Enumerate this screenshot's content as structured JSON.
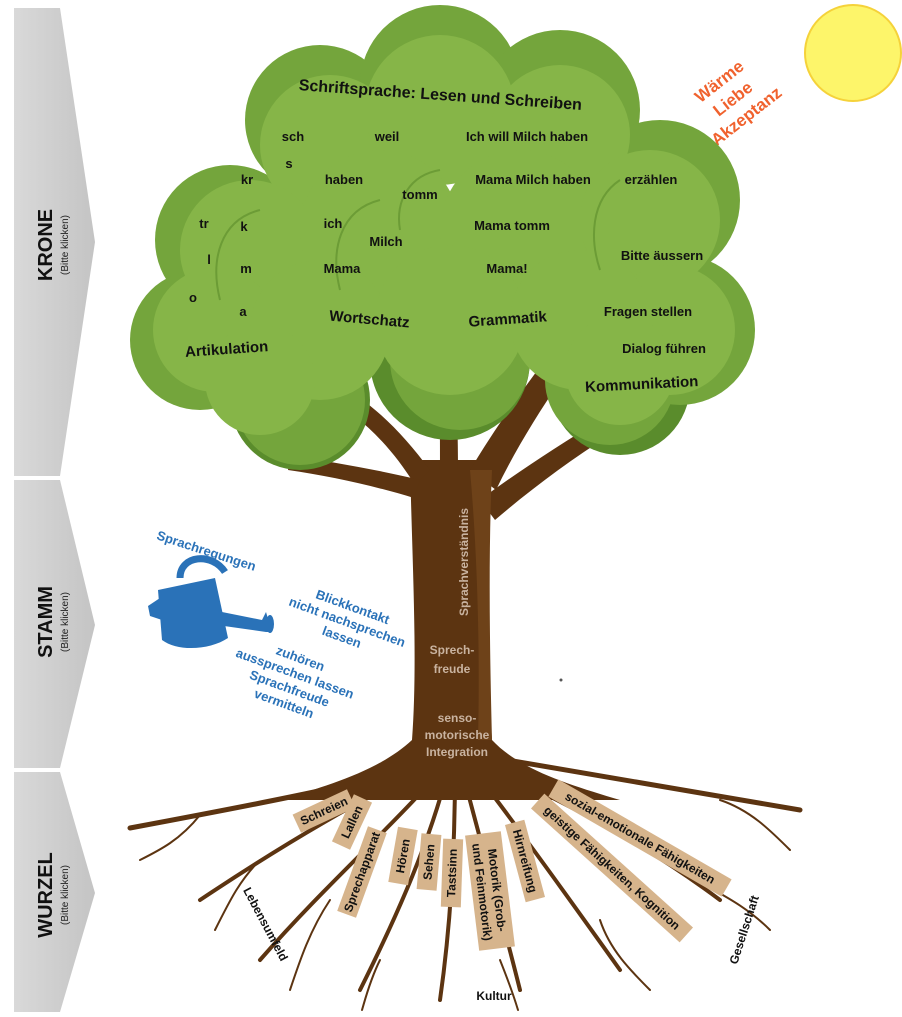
{
  "side_nav": [
    {
      "label": "KRONE",
      "hint": "(Bitte klicken)"
    },
    {
      "label": "STAMM",
      "hint": "(Bitte klicken)"
    },
    {
      "label": "WURZEL",
      "hint": "(Bitte klicken)"
    }
  ],
  "sun": {
    "lines": [
      "Wärme",
      "Liebe",
      "Akzeptanz"
    ],
    "color": "#f0622e",
    "sun_color": "#fdf56a"
  },
  "crown": {
    "title": "Schriftsprache: Lesen und Schreiben",
    "sounds": [
      "sch",
      "s",
      "kr",
      "k",
      "tr",
      "l",
      "m",
      "o",
      "a"
    ],
    "words": [
      "weil",
      "haben",
      "tomm",
      "ich",
      "Milch",
      "Mama"
    ],
    "sentences": [
      "Ich will Milch haben",
      "Mama Milch haben",
      "Mama tomm",
      "Mama!"
    ],
    "communication": [
      "erzählen",
      "Bitte äussern",
      "Fragen stellen",
      "Dialog führen"
    ],
    "areas": [
      "Artikulation",
      "Wortschatz",
      "Grammatik",
      "Kommunikation"
    ],
    "colors": {
      "light": "#86b548",
      "mid": "#74a53c",
      "dark": "#5a8c2c"
    }
  },
  "trunk": {
    "labels": [
      "Sprachverständnis",
      "Sprech-",
      "freude",
      "senso-",
      "motorische",
      "Integration"
    ],
    "color": "#5c3411"
  },
  "watering": {
    "title": "Sprachregungen",
    "tips": [
      "Blickkontakt",
      "nicht nachsprechen",
      "lassen",
      "zuhören",
      "aussprechen lassen",
      "Sprachfreude",
      "vermitteln"
    ],
    "color": "#2a72b8"
  },
  "roots": {
    "labels": [
      "Schreien",
      "Lallen",
      "Sprechapparat",
      "Hören",
      "Sehen",
      "Tastsinn",
      "Motorik (Grob-",
      "und Feinmotorik)",
      "Hirnreifung",
      "sozial-emotionale Fähigkeiten",
      "geistige Fähigkeiten, Kognition"
    ],
    "environment": [
      "Lebensumfeld",
      "Kultur",
      "Gesellschaft"
    ],
    "label_bg": "#d6b48c"
  }
}
